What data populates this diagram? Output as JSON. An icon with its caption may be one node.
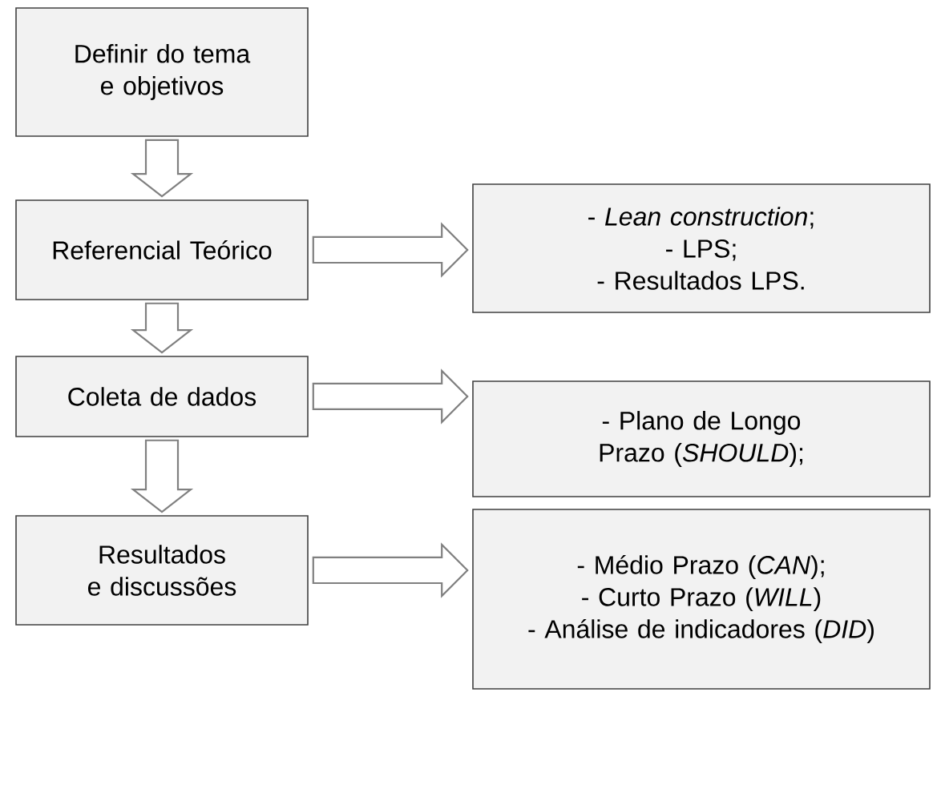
{
  "diagram": {
    "nodes": [
      {
        "text": [
          "Definir do tema e objetivos"
        ]
      },
      {
        "text": [
          "Referencial Teórico"
        ]
      },
      {
        "text": [
          "Coleta de dados"
        ]
      },
      {
        "text": [
          "Resultados e discussões"
        ]
      },
      {
        "text": [
          "- *Lean construction*;",
          "- LPS;",
          "- Resultados LPS."
        ]
      },
      {
        "text": [
          "- Plano de Longo Prazo (*SHOULD*);"
        ]
      },
      {
        "text": [
          "- Médio Prazo (*CAN*);",
          "- Curto Prazo (*WILL*)",
          "- Análise de indicadores (*DID*)"
        ]
      }
    ],
    "edges": [
      {
        "from": 0,
        "to": 1,
        "arrow": "to"
      },
      {
        "from": 1,
        "to": 2,
        "arrow": "to"
      },
      {
        "from": 2,
        "to": 3,
        "arrow": "to"
      },
      {
        "from": 1,
        "to": 4,
        "arrow": "to"
      },
      {
        "from": 2,
        "to": 5,
        "arrow": "to"
      },
      {
        "from": 3,
        "to": 6,
        "arrow": "to"
      }
    ]
  }
}
